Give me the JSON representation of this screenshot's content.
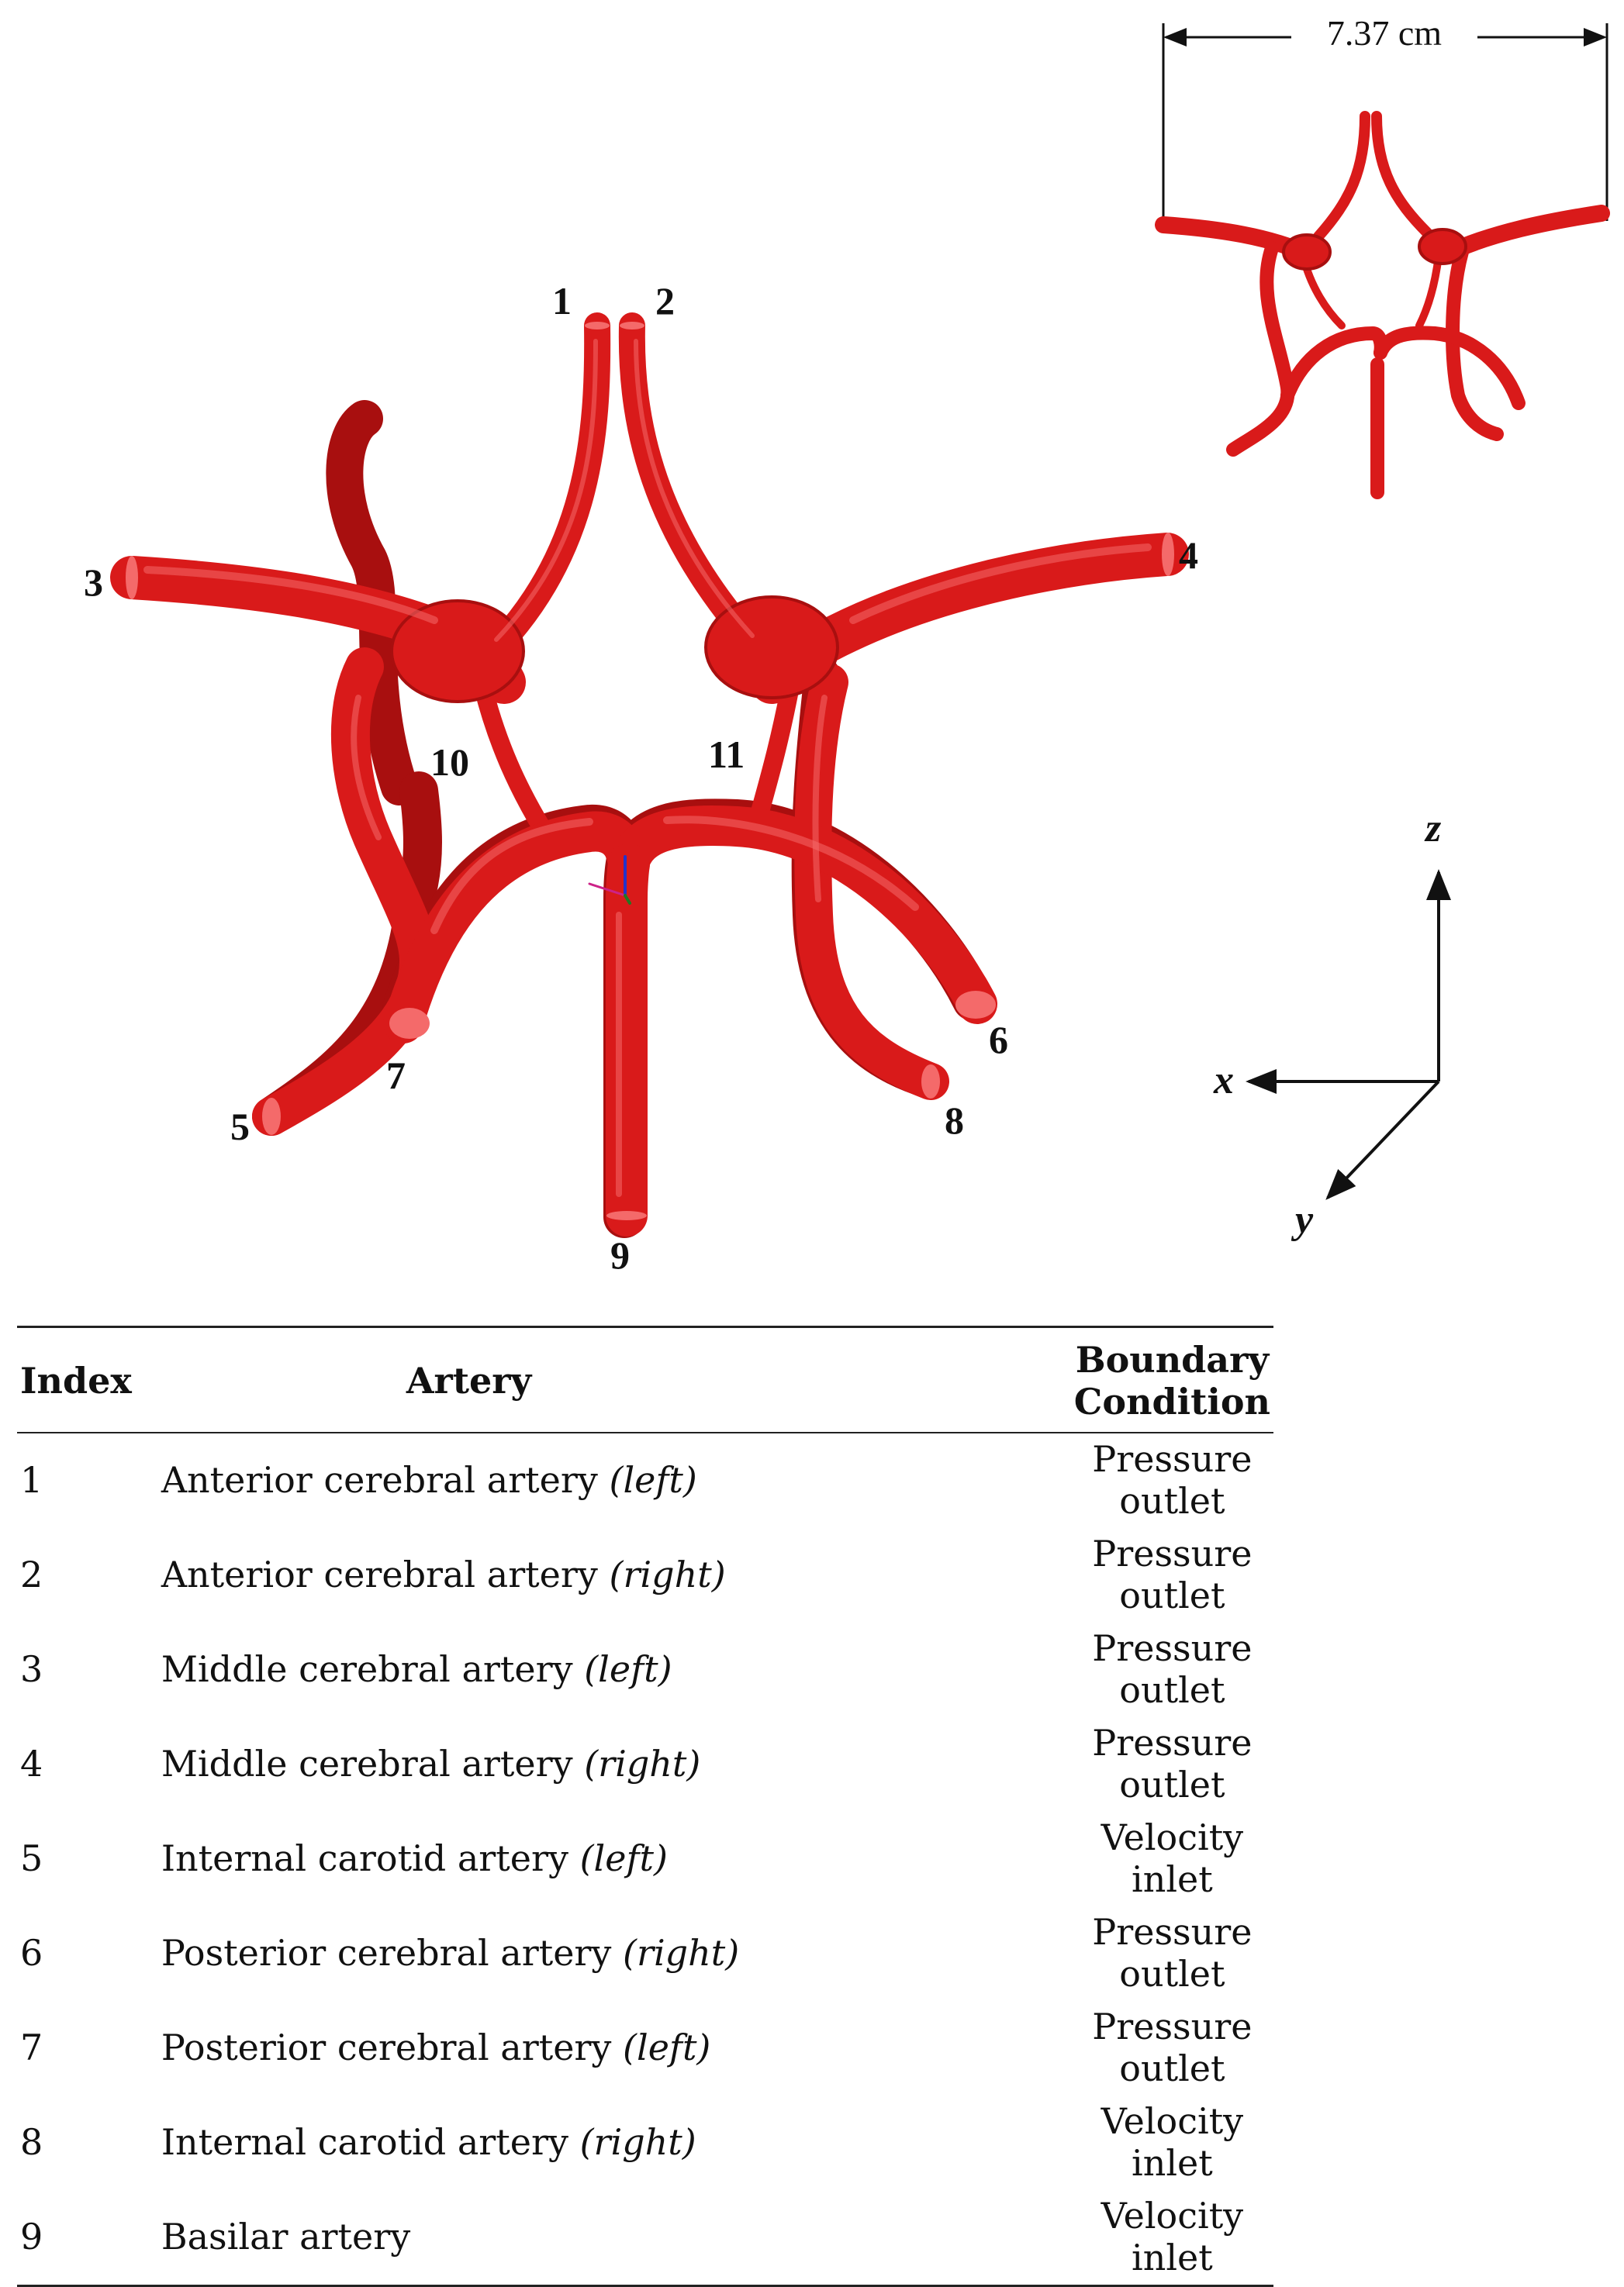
{
  "figure": {
    "vessel_color": "#d91a1a",
    "highlight_color": "#f46a6a",
    "dark_color": "#a80f0f",
    "labels": [
      "1",
      "2",
      "3",
      "4",
      "5",
      "6",
      "7",
      "8",
      "9",
      "10",
      "11"
    ],
    "inset_dimension": "7.37 cm",
    "axes": {
      "z": "z",
      "x": "x",
      "y": "y"
    }
  },
  "table": {
    "headers": {
      "index": "Index",
      "artery": "Artery",
      "boundary": "Boundary Condition"
    },
    "rows": [
      {
        "index": "1",
        "artery": "Anterior cerebral artery",
        "side": "(left)",
        "bc": "Pressure outlet"
      },
      {
        "index": "2",
        "artery": "Anterior cerebral artery",
        "side": "(right)",
        "bc": "Pressure outlet"
      },
      {
        "index": "3",
        "artery": "Middle cerebral artery",
        "side": "(left)",
        "bc": "Pressure outlet"
      },
      {
        "index": "4",
        "artery": "Middle cerebral artery",
        "side": "(right)",
        "bc": "Pressure outlet"
      },
      {
        "index": "5",
        "artery": "Internal carotid artery",
        "side": "(left)",
        "bc": "Velocity inlet"
      },
      {
        "index": "6",
        "artery": "Posterior cerebral artery",
        "side": "(right)",
        "bc": "Pressure outlet"
      },
      {
        "index": "7",
        "artery": "Posterior cerebral artery",
        "side": "(left)",
        "bc": "Pressure outlet"
      },
      {
        "index": "8",
        "artery": "Internal carotid artery",
        "side": "(right)",
        "bc": "Velocity inlet"
      },
      {
        "index": "9",
        "artery": "Basilar artery",
        "side": "",
        "bc": "Velocity inlet"
      }
    ]
  }
}
